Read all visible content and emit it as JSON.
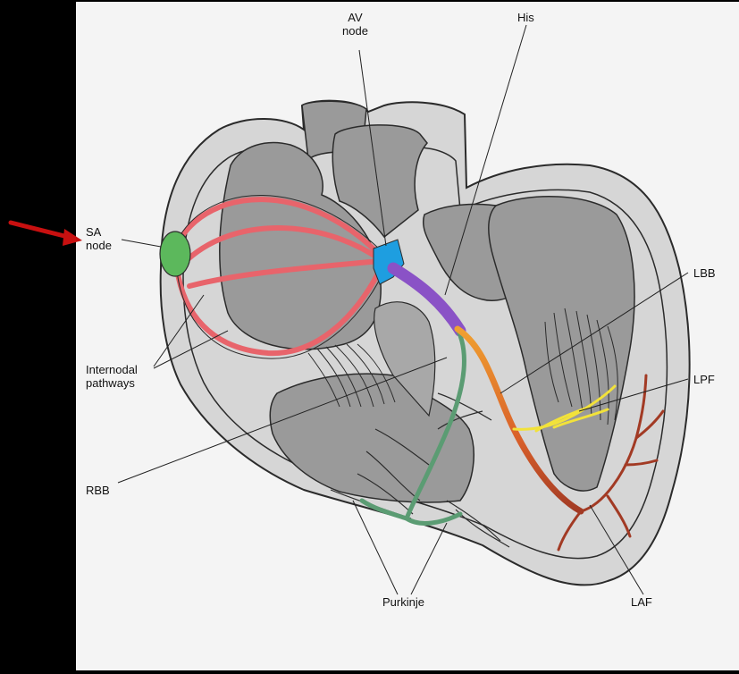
{
  "labels": {
    "av_node": "AV\nnode",
    "his": "His",
    "sa_node": "SA\nnode",
    "lbb": "LBB",
    "lpf": "LPF",
    "internodal": "Internodal\npathways",
    "rbb": "RBB",
    "purkinje": "Purkinje",
    "laf": "LAF"
  },
  "colors": {
    "background": "#000000",
    "panel": "#f4f4f4",
    "heart_wall": "#d6d6d6",
    "chamber": "#9a9a9a",
    "outline": "#2b2b2b",
    "internodal": "#e8646b",
    "sa_node": "#5cb85c",
    "av_node": "#1e9ee0",
    "his_bundle": "#8a52c6",
    "left_bundle": "#e8902a",
    "right_bundle": "#5b9c73",
    "lpf": "#f2e23a",
    "laf": "#a23a24",
    "arrow": "#c81010"
  },
  "icons": {
    "pointer": "red-arrow-icon"
  }
}
